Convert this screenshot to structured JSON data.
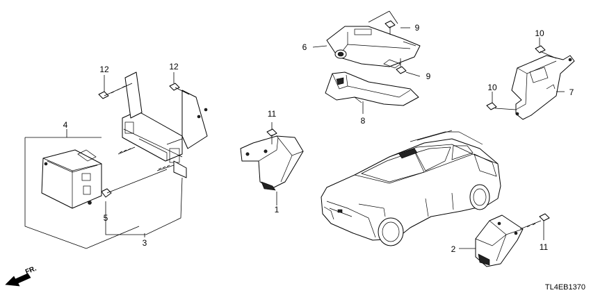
{
  "diagram": {
    "drawing_code": "TL4EB1370",
    "direction_label": "FR.",
    "callouts": [
      "1",
      "2",
      "3",
      "4",
      "5",
      "6",
      "7",
      "8",
      "9",
      "9",
      "10",
      "10",
      "11",
      "11",
      "12",
      "12"
    ]
  }
}
